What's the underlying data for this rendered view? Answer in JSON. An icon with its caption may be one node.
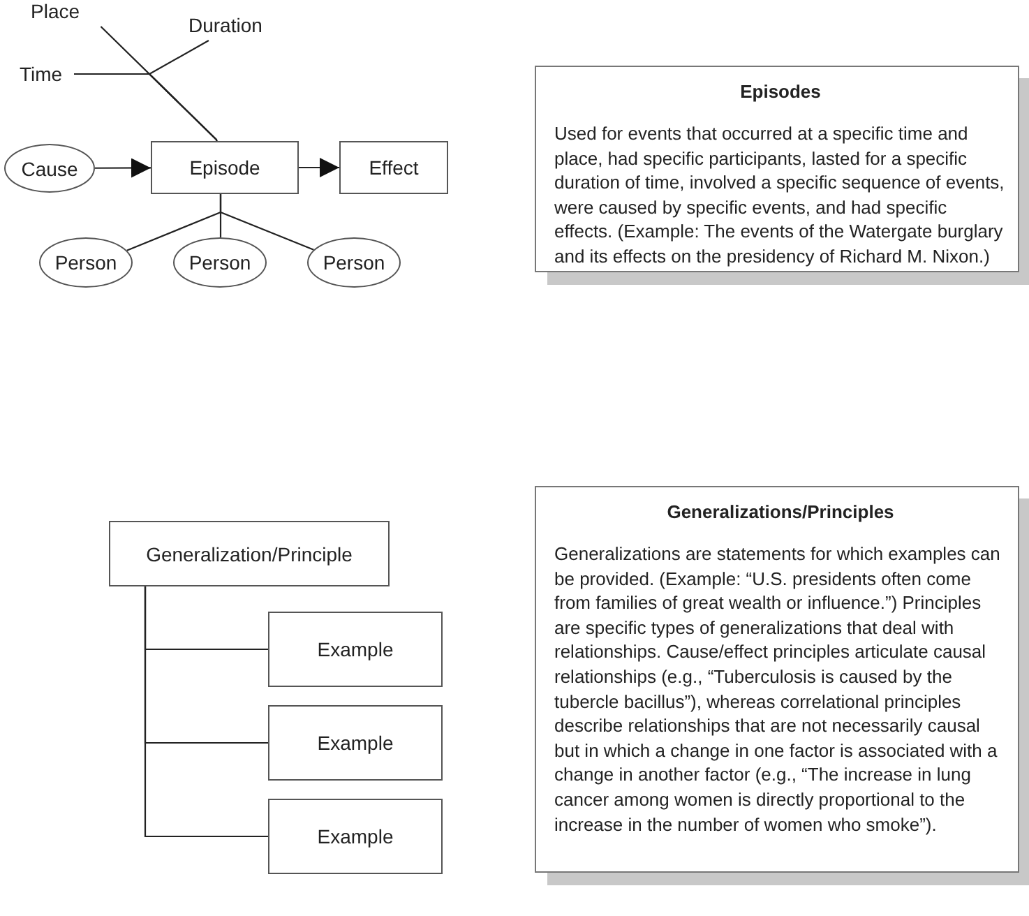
{
  "diagram": {
    "nodes": [
      {
        "text": [
          "Place"
        ]
      },
      {
        "text": [
          "Duration"
        ]
      },
      {
        "text": [
          "Time"
        ]
      },
      {
        "text": [
          "Cause"
        ]
      },
      {
        "text": [
          "Episode"
        ]
      },
      {
        "text": [
          "Effect"
        ]
      },
      {
        "text": [
          "Person"
        ]
      },
      {
        "text": [
          "Person"
        ]
      },
      {
        "text": [
          "Person"
        ]
      },
      {
        "text": [
          "Episodes",
          "Used for events that occurred at a specific time and place, had specific participants, lasted for a specific duration of time, involved a specific sequence of events, were caused by specific events, and had specific effects. (Example: The events of the Watergate burglary and its effects on the presidency of Richard M. Nixon.)"
        ]
      },
      {
        "text": [
          "Generalization/Principle"
        ]
      },
      {
        "text": [
          "Example"
        ]
      },
      {
        "text": [
          "Example"
        ]
      },
      {
        "text": [
          "Example"
        ]
      },
      {
        "text": [
          "Generalizations/Principles",
          "Generalizations are statements for which examples can be provided. (Example: “U.S. presidents often come from families of great wealth or influence.”) Principles are specific types of generalizations that deal with relationships. Cause/effect principles articulate causal relationships (e.g., “Tuberculosis is caused by the tubercle bacillus”), whereas correlational principles describe relationships that are not necessarily causal but in which a change in one factor is associated with a change in another factor (e.g., “The increase in lung cancer among women is directly proportional to the increase in the number of women who smoke”)."
        ]
      }
    ],
    "edges": [
      {
        "from": 0,
        "to": 4,
        "arrow": "none"
      },
      {
        "from": 1,
        "to": 4,
        "arrow": "none"
      },
      {
        "from": 2,
        "to": 4,
        "arrow": "none"
      },
      {
        "from": 3,
        "to": 4,
        "arrow": "to"
      },
      {
        "from": 4,
        "to": 5,
        "arrow": "to"
      },
      {
        "from": 4,
        "to": 6,
        "arrow": "none"
      },
      {
        "from": 4,
        "to": 7,
        "arrow": "none"
      },
      {
        "from": 4,
        "to": 8,
        "arrow": "none"
      },
      {
        "from": 10,
        "to": 11,
        "arrow": "none"
      },
      {
        "from": 10,
        "to": 12,
        "arrow": "none"
      },
      {
        "from": 10,
        "to": 13,
        "arrow": "none"
      }
    ]
  }
}
